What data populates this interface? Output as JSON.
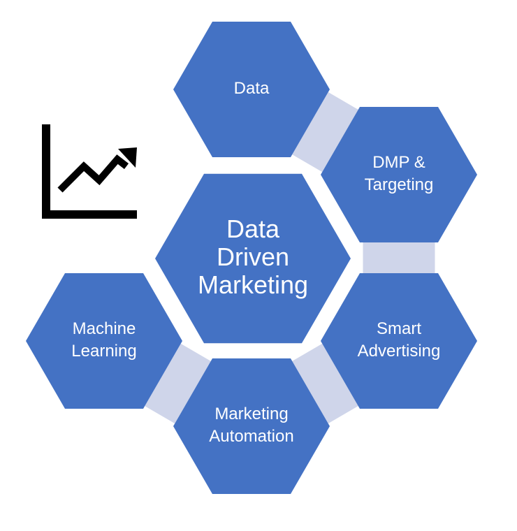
{
  "diagram": {
    "colors": {
      "hexagon": "#4472C4",
      "connector": "#CFD5EA",
      "icon": "#000000",
      "background": "#FFFFFF"
    },
    "icon": "line-chart-trend-up-icon",
    "center": {
      "lines": [
        "Data",
        "Driven",
        "Marketing"
      ]
    },
    "nodes": [
      {
        "id": "data",
        "lines": [
          "Data"
        ]
      },
      {
        "id": "dmp-targeting",
        "lines": [
          "DMP &",
          "Targeting"
        ]
      },
      {
        "id": "smart-advertising",
        "lines": [
          "Smart",
          "Advertising"
        ]
      },
      {
        "id": "marketing-automation",
        "lines": [
          "Marketing",
          "Automation"
        ]
      },
      {
        "id": "machine-learning",
        "lines": [
          "Machine",
          "Learning"
        ]
      }
    ],
    "connectors": [
      {
        "from": "data",
        "to": "dmp-targeting"
      },
      {
        "from": "dmp-targeting",
        "to": "smart-advertising"
      },
      {
        "from": "smart-advertising",
        "to": "marketing-automation"
      },
      {
        "from": "marketing-automation",
        "to": "machine-learning"
      }
    ]
  }
}
